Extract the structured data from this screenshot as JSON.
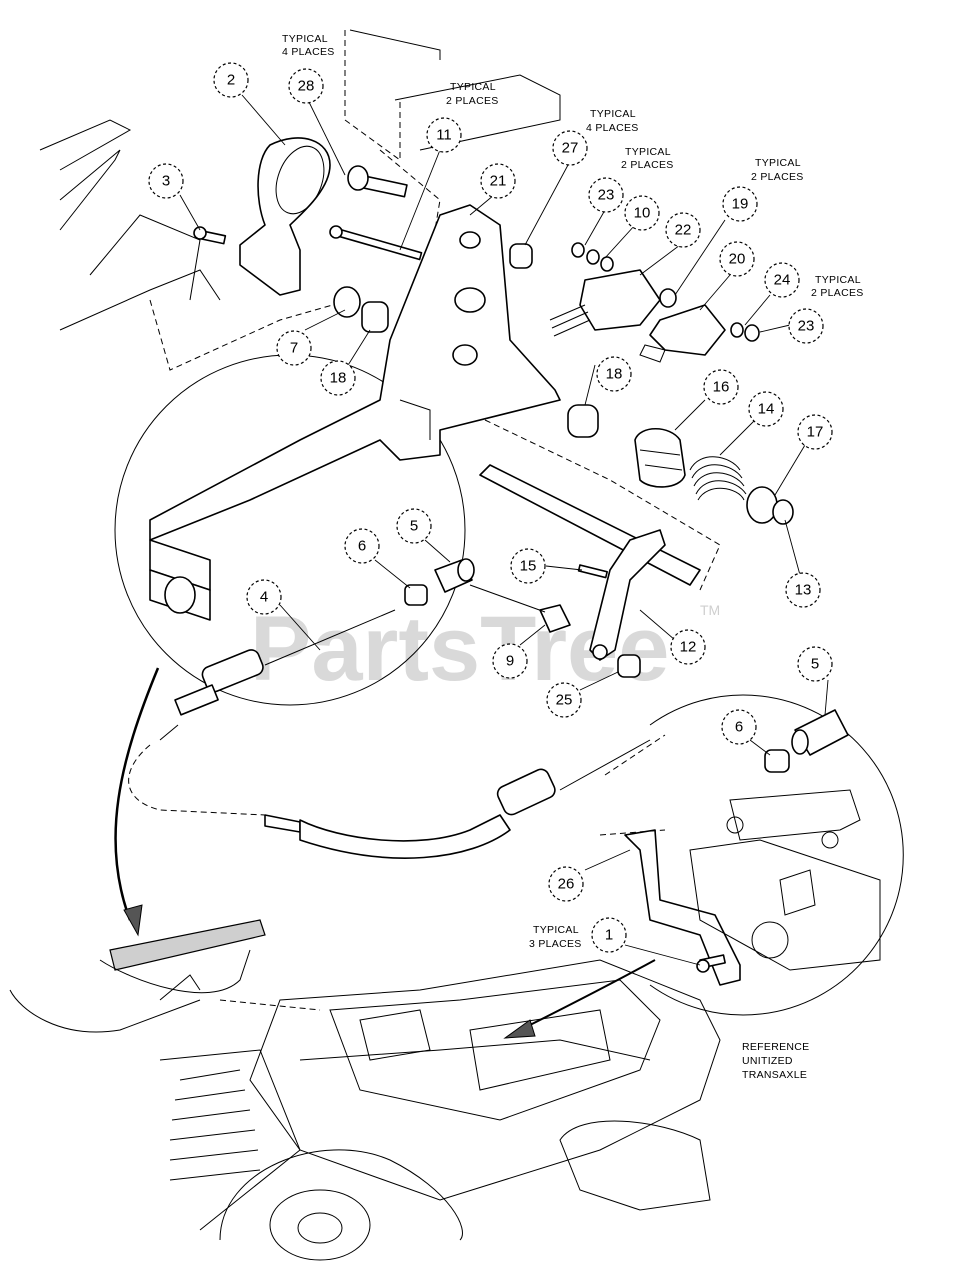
{
  "watermark": {
    "text": "PartsTree",
    "trademark": "TM"
  },
  "callouts": [
    {
      "id": "c2",
      "label": "2"
    },
    {
      "id": "c28",
      "label": "28"
    },
    {
      "id": "c11",
      "label": "11"
    },
    {
      "id": "c3",
      "label": "3"
    },
    {
      "id": "c21",
      "label": "21"
    },
    {
      "id": "c27",
      "label": "27"
    },
    {
      "id": "c23a",
      "label": "23"
    },
    {
      "id": "c10",
      "label": "10"
    },
    {
      "id": "c22",
      "label": "22"
    },
    {
      "id": "c19",
      "label": "19"
    },
    {
      "id": "c20",
      "label": "20"
    },
    {
      "id": "c24",
      "label": "24"
    },
    {
      "id": "c23b",
      "label": "23"
    },
    {
      "id": "c7",
      "label": "7"
    },
    {
      "id": "c18a",
      "label": "18"
    },
    {
      "id": "c18b",
      "label": "18"
    },
    {
      "id": "c16",
      "label": "16"
    },
    {
      "id": "c14",
      "label": "14"
    },
    {
      "id": "c17",
      "label": "17"
    },
    {
      "id": "c13",
      "label": "13"
    },
    {
      "id": "c6a",
      "label": "6"
    },
    {
      "id": "c5a",
      "label": "5"
    },
    {
      "id": "c15",
      "label": "15"
    },
    {
      "id": "c4",
      "label": "4"
    },
    {
      "id": "c9",
      "label": "9"
    },
    {
      "id": "c12",
      "label": "12"
    },
    {
      "id": "c25",
      "label": "25"
    },
    {
      "id": "c5b",
      "label": "5"
    },
    {
      "id": "c6b",
      "label": "6"
    },
    {
      "id": "c26",
      "label": "26"
    },
    {
      "id": "c1",
      "label": "1"
    }
  ],
  "notes": [
    {
      "id": "n1",
      "lines": [
        "TYPICAL",
        "4 PLACES"
      ]
    },
    {
      "id": "n2",
      "lines": [
        "TYPICAL",
        "2 PLACES"
      ]
    },
    {
      "id": "n3",
      "lines": [
        "TYPICAL",
        "4 PLACES"
      ]
    },
    {
      "id": "n4",
      "lines": [
        "TYPICAL",
        "2 PLACES"
      ]
    },
    {
      "id": "n5",
      "lines": [
        "TYPICAL",
        "2 PLACES"
      ]
    },
    {
      "id": "n6",
      "lines": [
        "TYPICAL",
        "2 PLACES"
      ]
    },
    {
      "id": "n7",
      "lines": [
        "TYPICAL",
        "3 PLACES"
      ]
    },
    {
      "id": "n8",
      "lines": [
        "REFERENCE",
        "UNITIZED",
        "TRANSAXLE"
      ]
    }
  ]
}
